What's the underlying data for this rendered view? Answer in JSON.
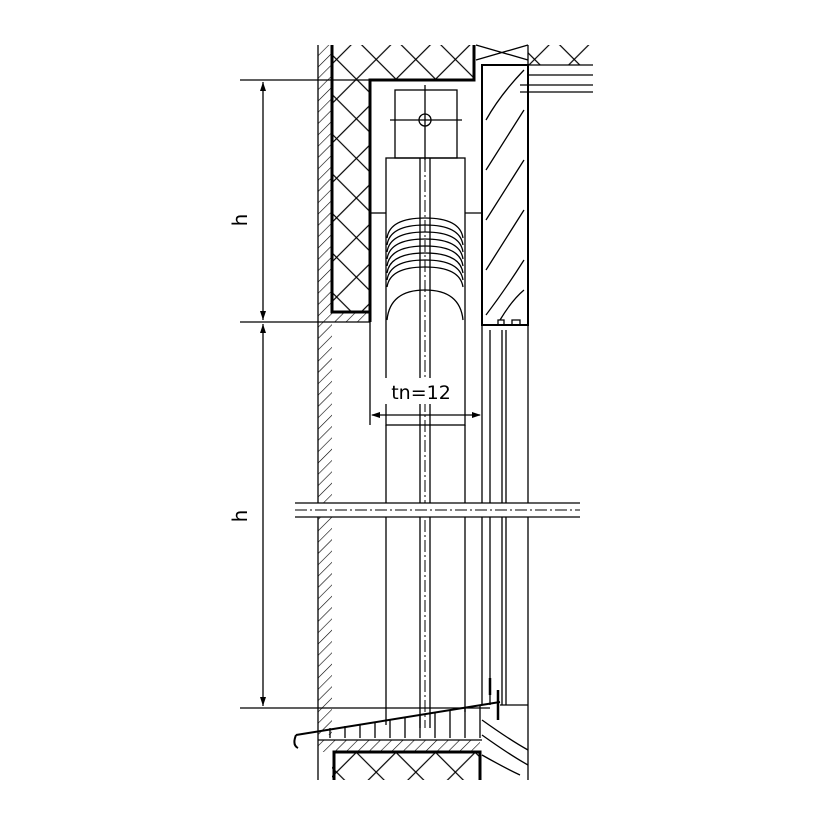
{
  "drawing": {
    "dimension_upper_label": "h",
    "dimension_lower_label": "h",
    "thickness_label": "tn=12"
  },
  "colors": {
    "line": "#000000",
    "background": "#ffffff"
  }
}
